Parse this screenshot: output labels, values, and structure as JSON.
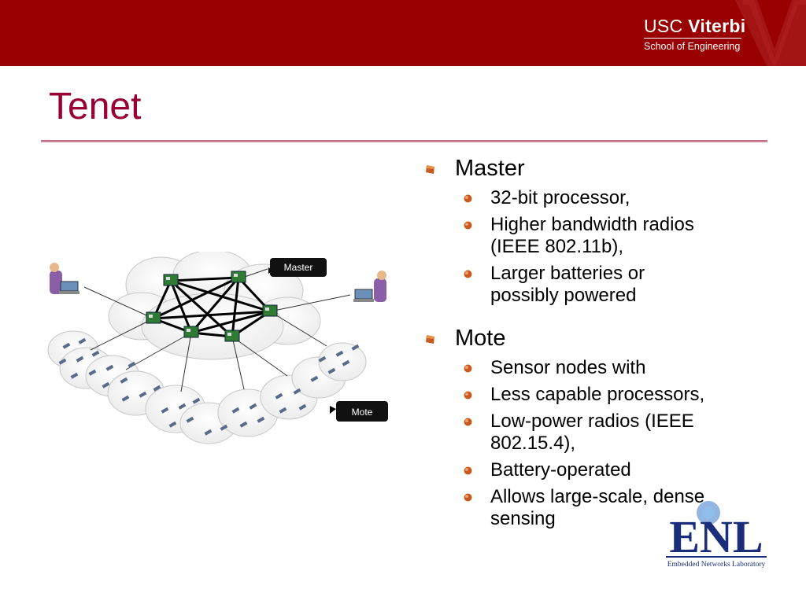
{
  "header": {
    "logo_line1_usc": "USC",
    "logo_line1_viterbi": "Viterbi",
    "logo_line2": "School of Engineering",
    "banner_color": "#990000"
  },
  "slide": {
    "title": "Tenet",
    "title_color": "#990033"
  },
  "diagram": {
    "master_label": "Master",
    "mote_label": "Mote"
  },
  "bullets": [
    {
      "label": "Master",
      "subitems": [
        "32-bit processor,",
        "Higher bandwidth radios\n(IEEE 802.11b),",
        "Larger batteries or\npossibly powered"
      ]
    },
    {
      "label": "Mote",
      "subitems": [
        "Sensor nodes with",
        "Less capable processors,",
        "Low-power radios (IEEE\n802.15.4),",
        "Battery-operated",
        "Allows large-scale, dense\nsensing"
      ]
    }
  ],
  "footer_logo": {
    "letters": "ENL",
    "caption": "Embedded Networks Laboratory",
    "color": "#1a2d7a"
  }
}
